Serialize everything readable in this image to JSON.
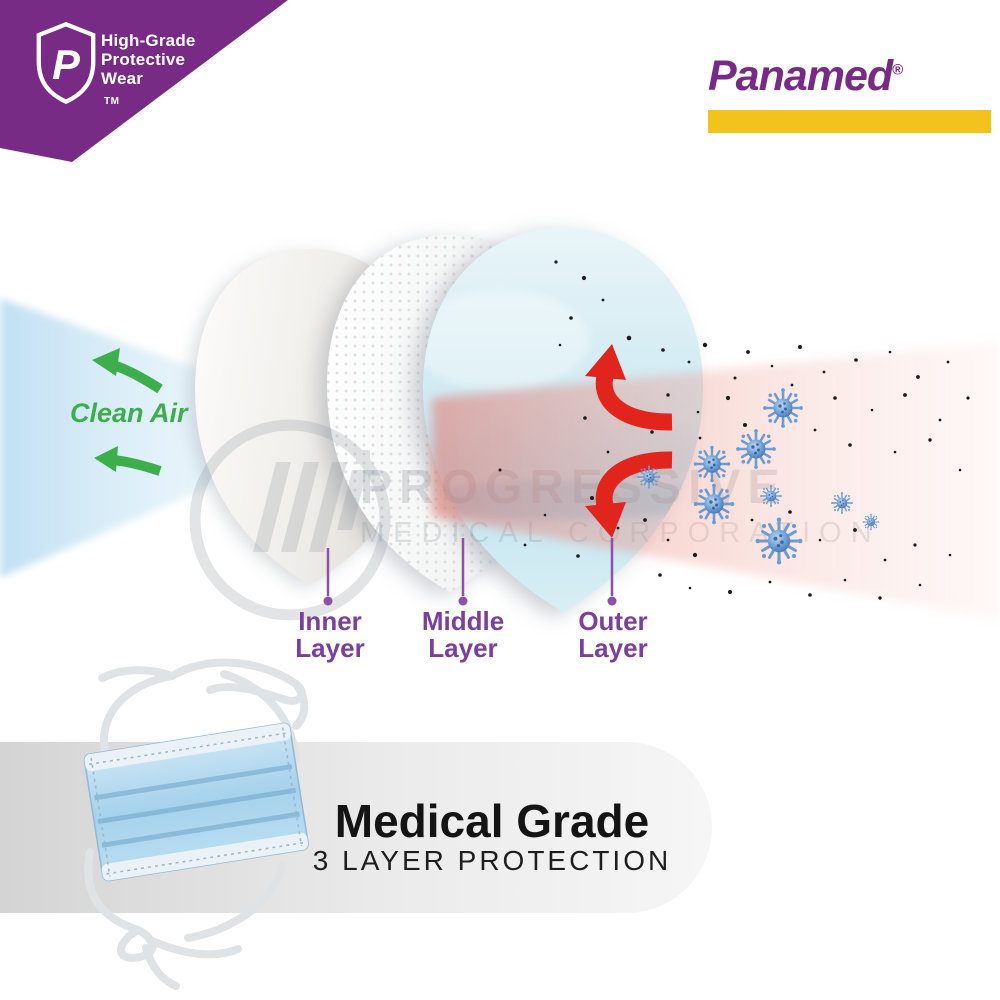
{
  "badge": {
    "logo_letter": "P",
    "trademark": "TM",
    "line1": "High-Grade",
    "line2": "Protective",
    "line3": "Wear"
  },
  "brand": {
    "name": "Panamed",
    "registered_mark": "®"
  },
  "diagram": {
    "clean_air_label": "Clean Air",
    "layer_labels": [
      {
        "line1": "Inner",
        "line2": "Layer"
      },
      {
        "line1": "Middle",
        "line2": "Layer"
      },
      {
        "line1": "Outer",
        "line2": "Layer"
      }
    ]
  },
  "watermark": {
    "line1": "PROGRESSIVE",
    "line2": "MEDICAL CORPORATION"
  },
  "banner": {
    "title": "Medical Grade",
    "subtitle": "3 LAYER PROTECTION"
  },
  "colors": {
    "brand-purple": "#782B85",
    "label-purple": "#7B3F9E",
    "callout-purple": "#8B52A8",
    "accent-green": "#3CAE4C",
    "accent-yellow": "#F2C21D",
    "accent-red": "#E2251C",
    "virus-blue": "#4E7FBE",
    "banner-gray": "#D6D6D6",
    "title-black": "#141414",
    "watermark-gray": "#7F8A92"
  }
}
